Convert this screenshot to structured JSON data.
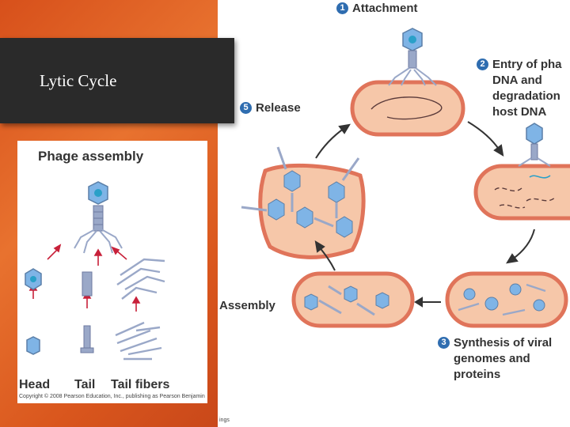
{
  "slide": {
    "title": "Lytic Cycle"
  },
  "inset": {
    "heading": "Phage assembly",
    "labels": {
      "head": "Head",
      "tail": "Tail",
      "tail_fibers": "Tail fibers"
    },
    "copyright": "Copyright © 2008 Pearson Education, Inc., publishing as Pearson Benjamin"
  },
  "cycle": {
    "steps": [
      {
        "num": "1",
        "text": "Attachment"
      },
      {
        "num": "2",
        "lines": [
          "Entry of pha",
          "DNA and",
          "degradation",
          "host DNA"
        ]
      },
      {
        "num": "3",
        "lines": [
          "Synthesis of viral",
          "genomes and",
          "proteins"
        ]
      },
      {
        "num": "5",
        "text": "Release"
      }
    ],
    "assembly_label": "Assembly",
    "footer_fragment": "ings"
  },
  "colors": {
    "accent": "#d9561d",
    "cell_fill": "#f6c7a9",
    "cell_border": "#e0745a",
    "phage_blue": "#5aa6d6",
    "step_blue": "#2f6db0"
  }
}
